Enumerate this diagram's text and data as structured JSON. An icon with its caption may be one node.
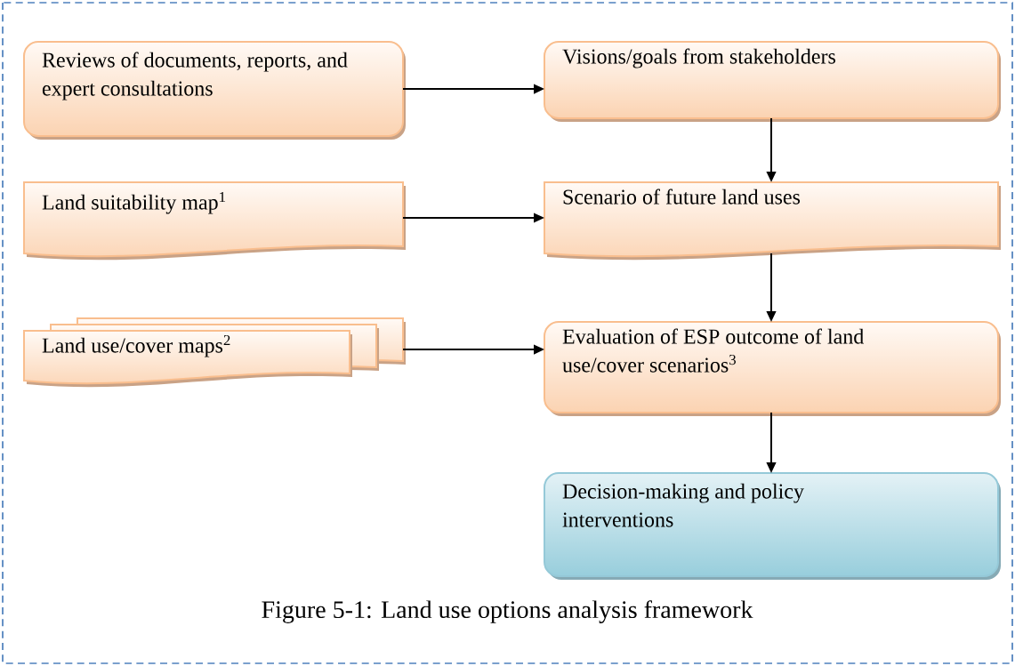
{
  "diagram": {
    "caption": "Figure 5-1: Land use options analysis framework",
    "nodes": [
      {
        "text": [
          "Reviews of documents, reports, and expert consultations"
        ]
      },
      {
        "text": [
          "Visions/goals from stakeholders"
        ]
      },
      {
        "text": [
          "Land suitability map$^{1}$"
        ]
      },
      {
        "text": [
          "Scenario of future land uses"
        ]
      },
      {
        "text": [
          "Land use/cover maps$^{2}$"
        ]
      },
      {
        "text": [
          "Evaluation of ESP outcome of land use/cover scenarios$^{3}$"
        ]
      },
      {
        "text": [
          "Decision-making and policy interventions"
        ]
      }
    ],
    "edges": [
      {
        "from": 0,
        "to": 1,
        "arrow": "to"
      },
      {
        "from": 1,
        "to": 3,
        "arrow": "to"
      },
      {
        "from": 2,
        "to": 3,
        "arrow": "to"
      },
      {
        "from": 3,
        "to": 5,
        "arrow": "to"
      },
      {
        "from": 4,
        "to": 5,
        "arrow": "to"
      },
      {
        "from": 5,
        "to": 6,
        "arrow": "to"
      }
    ]
  }
}
